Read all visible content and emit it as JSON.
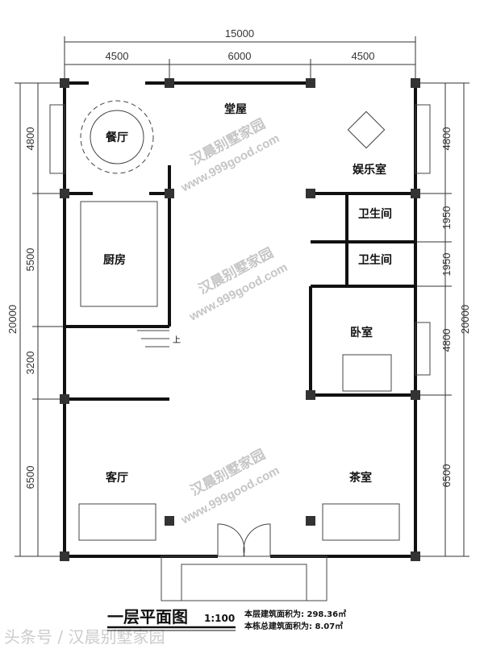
{
  "dimensions": {
    "top_total": "15000",
    "top_segments": [
      "4500",
      "6000",
      "4500"
    ],
    "left_total": "20000",
    "left_segments": [
      "4800",
      "5500",
      "3200",
      "6500"
    ],
    "right_total": "20000",
    "right_segments": [
      "4800",
      "1950",
      "1950",
      "4800",
      "6500"
    ]
  },
  "rooms": {
    "dining": "餐厅",
    "hall": "堂屋",
    "entertainment": "娱乐室",
    "bathroom1": "卫生间",
    "bathroom2": "卫生间",
    "kitchen": "厨房",
    "bedroom": "卧室",
    "living": "客厅",
    "tea": "茶室",
    "stairs_up": "上"
  },
  "watermark": {
    "name": "汉晨别墅家园",
    "url": "www.999good.com",
    "bottom": "头条号 / 汉晨别墅家园"
  },
  "footer": {
    "title": "一层平面图",
    "scale": "1:100",
    "floor_area": "本层建筑面积为: 298.36㎡",
    "total_area": "本栋总建筑面积为: 8.07㎡"
  }
}
